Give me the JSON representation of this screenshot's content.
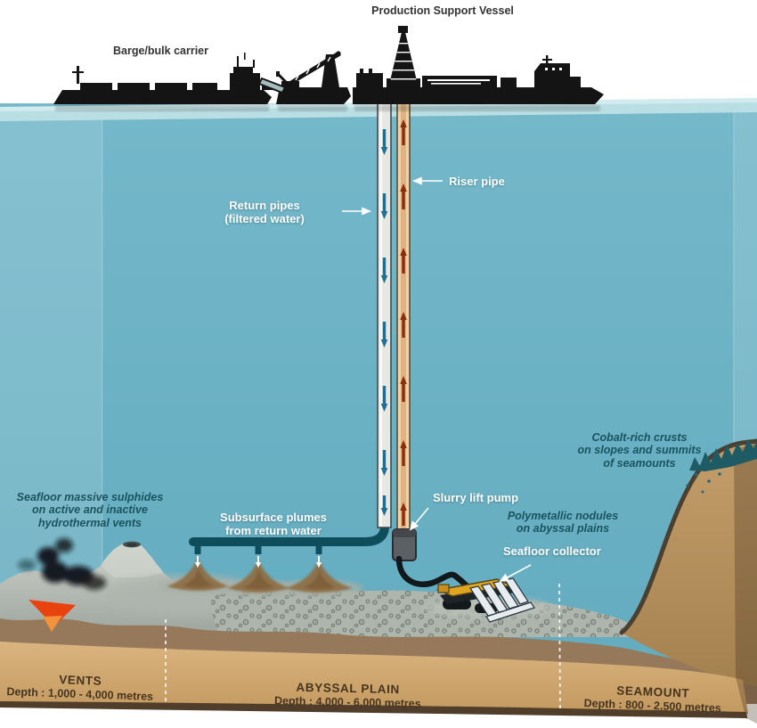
{
  "vessels": {
    "psv": "Production Support Vessel",
    "barge": "Barge/bulk carrier"
  },
  "pipes": {
    "riser": "Riser pipe",
    "return_line1": "Return pipes",
    "return_line2": "(filtered water)"
  },
  "equipment": {
    "pump": "Slurry lift pump",
    "collector": "Seafloor collector"
  },
  "features": {
    "plumes": [
      "Subsurface plumes",
      "from return water"
    ],
    "sulphides": [
      "Seafloor massive sulphides",
      "on active and inactive",
      "hydrothermal vents"
    ],
    "nodules": [
      "Polymetallic nodules",
      "on abyssal plains"
    ],
    "crusts": [
      "Cobalt-rich crusts",
      "on slopes and summits",
      "of seamounts"
    ]
  },
  "zones": [
    {
      "name": "VENTS",
      "depth": "Depth : 1,000 - 4,000 metres"
    },
    {
      "name": "ABYSSAL PLAIN",
      "depth": "Depth : 4,000 - 6,000 metres"
    },
    {
      "name": "SEAMOUNT",
      "depth": "Depth : 800 - 2,500 metres"
    }
  ],
  "colors": {
    "water": "#69b1c5",
    "surface_strip": "#b9dfe5",
    "teal_label": "#19545f",
    "pipe_dark_teal": "#0e4e5c",
    "riser_tan": "#edd3a6",
    "return_white": "#e7e8e4",
    "arrow_blue": "#1e6e94",
    "arrow_red": "#8d2c0d",
    "ship_black": "#141414",
    "sediment_band": "#cda671",
    "magma_orange": "#e8420e",
    "collector_yellow": "#e0a51e"
  }
}
